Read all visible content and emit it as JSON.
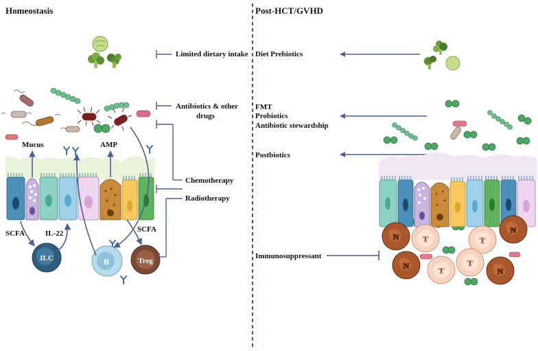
{
  "panels": {
    "left_title": "Homeostasis",
    "right_title": "Post-HCT/GVHD"
  },
  "factors": {
    "dietary": "Limited dietary intake",
    "antibiotics_line1": "Antibiotics & other",
    "antibiotics_line2": "drugs",
    "chemotherapy": "Chemotherapy",
    "radiotherapy": "Radiotherapy"
  },
  "left_labels": {
    "mucus": "Mucus",
    "amp": "AMP",
    "scfa_left": "SCFA",
    "il22": "IL-22",
    "scfa_right": "SCFA"
  },
  "cells": {
    "ilc": "ILC",
    "b": "B",
    "treg": "Treg",
    "neutrophil": "N",
    "t_cell": "T"
  },
  "interventions": {
    "diet_prebiotics": "Diet Prebiotics",
    "fmt": "FMT",
    "probiotics": "Probiotics",
    "antibiotic_stewardship": "Antibiotic stewardship",
    "postbiotics": "Postbiotics",
    "immunosuppressant": "Immunosuppressant"
  },
  "colors": {
    "arrow": "#4a5f93",
    "divider": "#3b5998",
    "mucus_layer": "#e9f3d9",
    "mucus_layer_inflamed": "#f1e6f4",
    "neutrophil": "#a9572b",
    "t_cell": "#f7d3c0",
    "ilc": "#2f5e7d",
    "b_cell": "#a9d2e3",
    "treg": "#7b4a35"
  }
}
